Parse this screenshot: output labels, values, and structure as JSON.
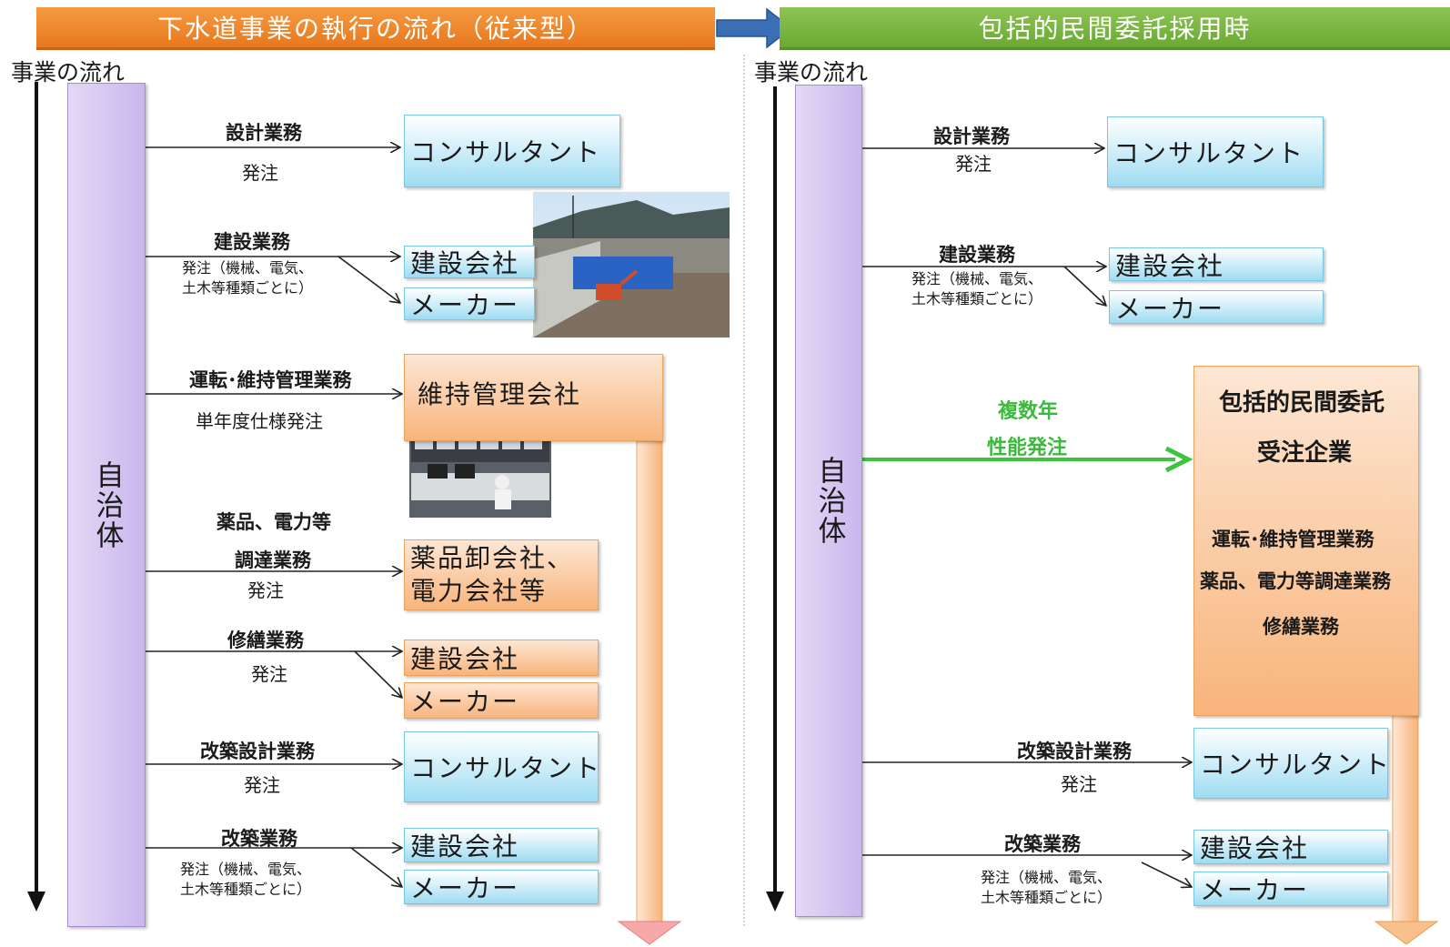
{
  "left": {
    "banner": "下水道事業の執行の流れ（従来型）",
    "flow_label": "事業の流れ",
    "actor": "自治体",
    "rows": {
      "design": {
        "title": "設計業務",
        "sub": "発注",
        "box": "コンサルタント"
      },
      "construct": {
        "title": "建設業務",
        "sub1": "発注（機械、電気、",
        "sub2": "土木等種類ごとに）",
        "box1": "建設会社",
        "box2": "メーカー"
      },
      "operate": {
        "title": "運転･維持管理業務",
        "sub": "単年度仕様発注",
        "box": "維持管理会社"
      },
      "procure": {
        "title1": "薬品、電力等",
        "title2": "調達業務",
        "sub": "発注",
        "box1": "薬品卸会社、",
        "box2": "電力会社等"
      },
      "repair": {
        "title": "修繕業務",
        "sub": "発注",
        "box1": "建設会社",
        "box2": "メーカー"
      },
      "redesign": {
        "title": "改築設計業務",
        "sub": "発注",
        "box": "コンサルタント"
      },
      "rebuild": {
        "title": "改築業務",
        "sub1": "発注（機械、電気、",
        "sub2": "土木等種類ごとに）",
        "box1": "建設会社",
        "box2": "メーカー"
      }
    }
  },
  "right": {
    "banner": "包括的民間委託採用時",
    "flow_label": "事業の流れ",
    "actor": "自治体",
    "rows": {
      "design": {
        "title": "設計業務",
        "sub": "発注",
        "box": "コンサルタント"
      },
      "construct": {
        "title": "建設業務",
        "sub1": "発注（機械、電気、",
        "sub2": "土木等種類ごとに）",
        "box1": "建設会社",
        "box2": "メーカー"
      },
      "multi": {
        "line1": "複数年",
        "line2": "性能発注"
      },
      "redesign": {
        "title": "改築設計業務",
        "sub": "発注",
        "box": "コンサルタント"
      },
      "rebuild": {
        "title": "改築業務",
        "sub1": "発注（機械、電気、",
        "sub2": "土木等種類ごとに）",
        "box1": "建設会社",
        "box2": "メーカー"
      }
    },
    "contractor": {
      "title1": "包括的民間委託",
      "title2": "受注企業",
      "item1": "運転･維持管理業務",
      "item2": "薬品、電力等調達業務",
      "item3": "修繕業務"
    }
  },
  "colors": {
    "orange_banner": "#e8781e",
    "green_banner": "#6aa932",
    "blue_arrow": "#3a6fb5",
    "green_arrow": "#3cc43c",
    "actor_purple": "#c9b6ee",
    "box_blue": "#9edcf2",
    "box_orange": "#f8b47b"
  }
}
